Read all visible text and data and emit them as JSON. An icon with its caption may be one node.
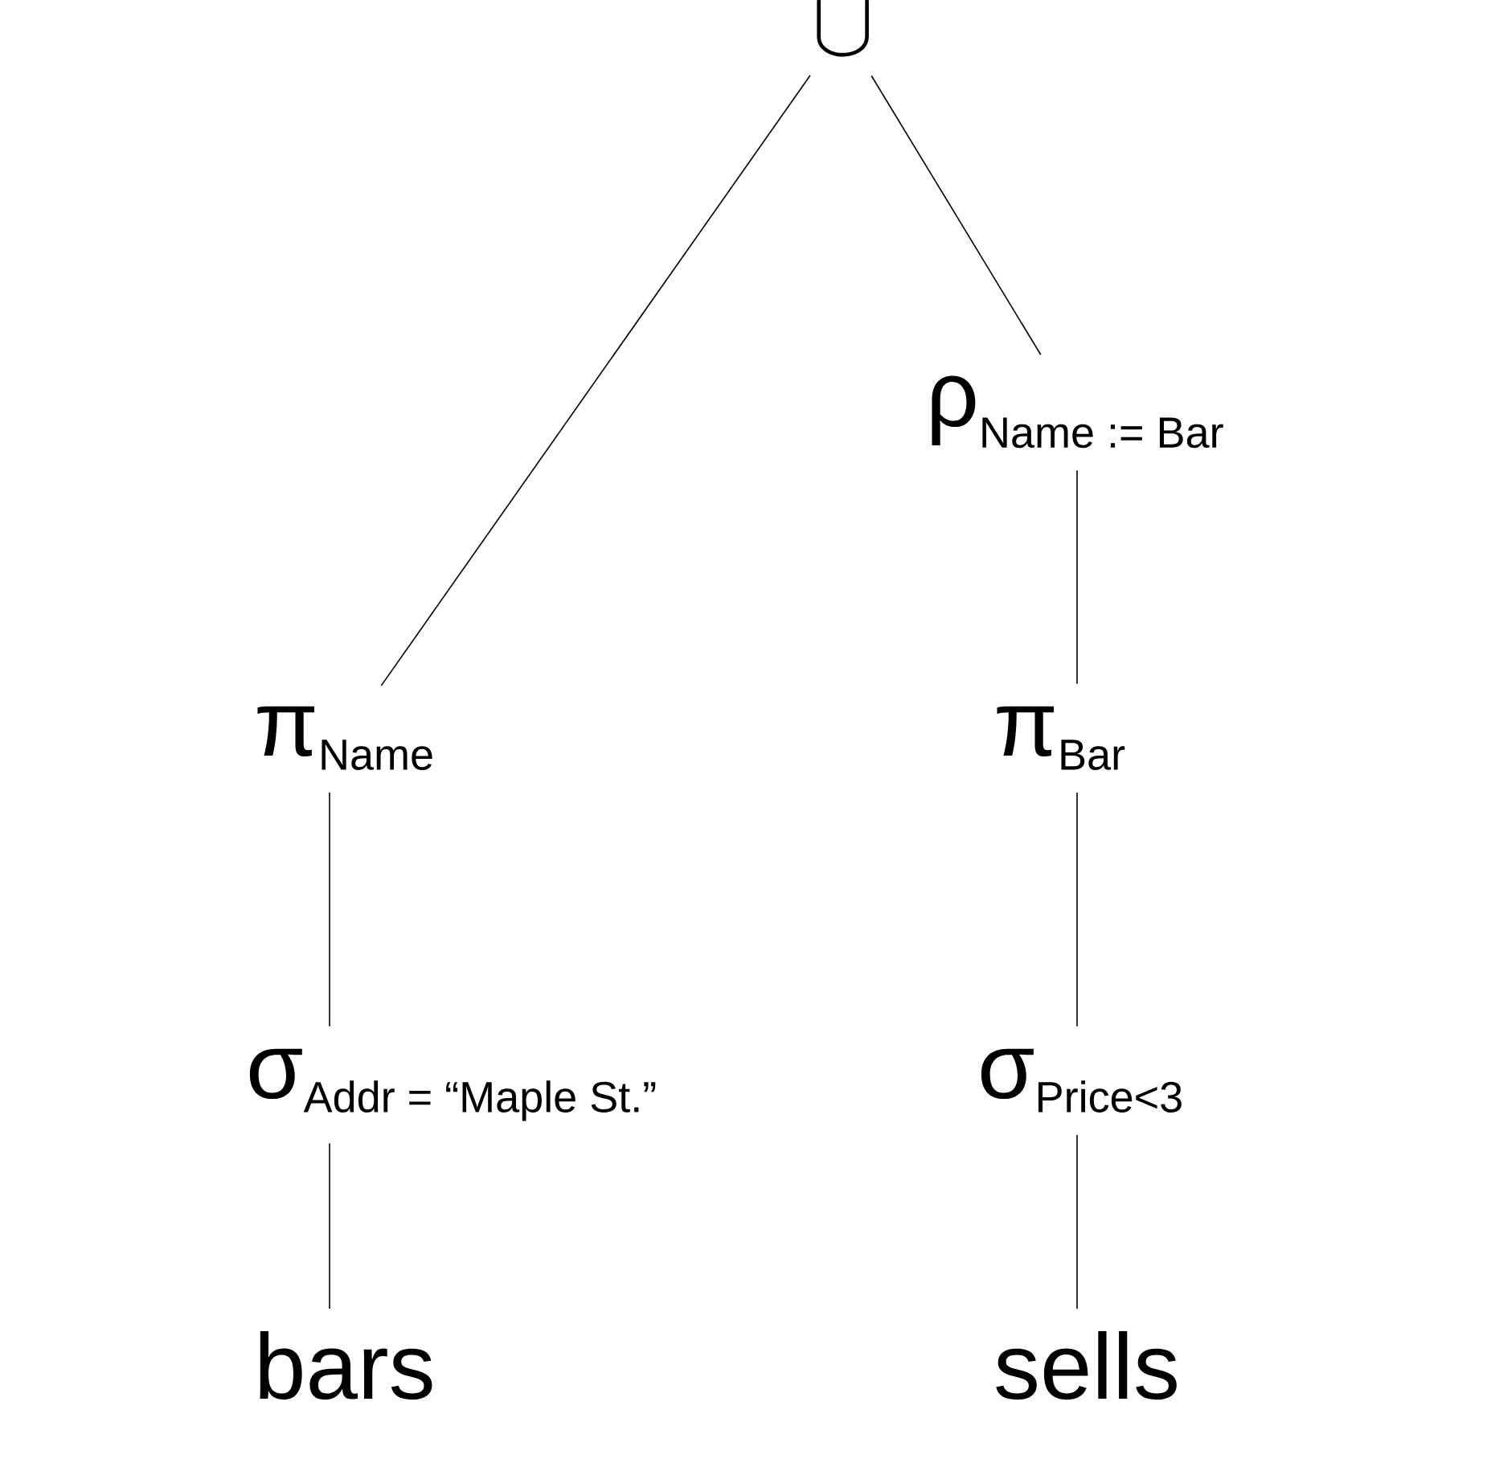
{
  "diagram": {
    "nodes": [
      {
        "text": [
          "\\cup"
        ]
      },
      {
        "text": [
          "\\textrm{ρ}_{\\textrm{Name := Bar}}"
        ]
      },
      {
        "text": [
          "\\textrm{π}_{\\textrm{Name}}"
        ]
      },
      {
        "text": [
          "\\textrm{π}_{\\textrm{Bar}}"
        ]
      },
      {
        "text": [
          "\\textrm{σ}_{\\textrm{Addr = “Maple St.”}}"
        ]
      },
      {
        "text": [
          "\\textrm{σ}_{\\textrm{Price<3}}"
        ]
      },
      {
        "text": [
          "bars"
        ]
      },
      {
        "text": [
          "sells"
        ]
      }
    ],
    "edges": [
      {
        "from": 0,
        "to": 2,
        "arrow": "none"
      },
      {
        "from": 0,
        "to": 1,
        "arrow": "none"
      },
      {
        "from": 1,
        "to": 3,
        "arrow": "none"
      },
      {
        "from": 2,
        "to": 4,
        "arrow": "none"
      },
      {
        "from": 3,
        "to": 5,
        "arrow": "none"
      },
      {
        "from": 4,
        "to": 6,
        "arrow": "none"
      },
      {
        "from": 5,
        "to": 7,
        "arrow": "none"
      }
    ]
  }
}
